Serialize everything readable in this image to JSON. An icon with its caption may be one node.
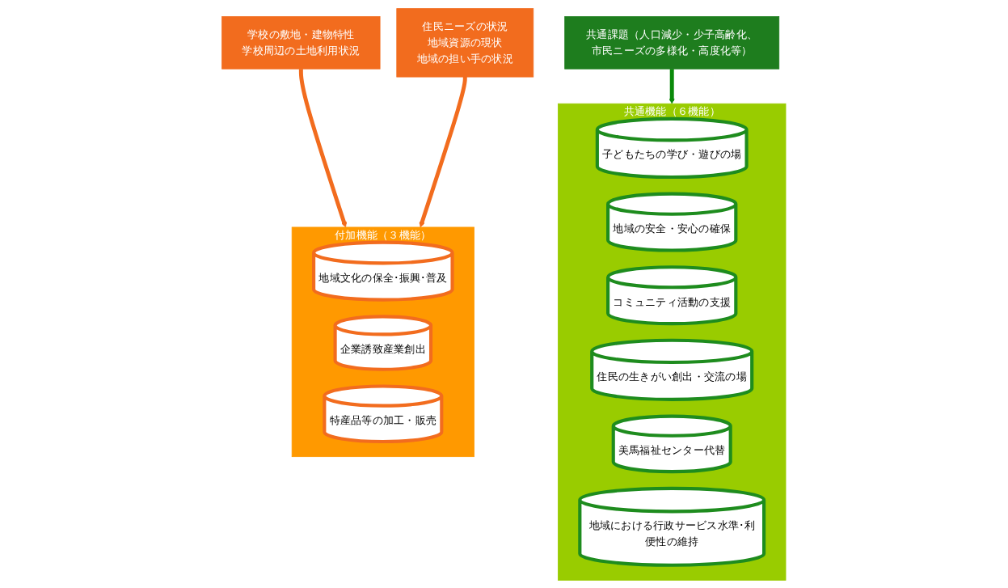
{
  "diagram": {
    "nodes": [
      {
        "text": [
          "学校の敷地・建物特性",
          "学校周辺の土地利用状況"
        ]
      },
      {
        "text": [
          "付加機能（３機能）"
        ]
      },
      {
        "text": [
          "地域文化の保全･振興･普及"
        ],
        "in": 1
      },
      {
        "text": [
          "企業誘致産業創出"
        ],
        "in": 1
      },
      {
        "text": [
          "特産品等の加工・販売"
        ],
        "in": 1
      },
      {
        "text": [
          "住民ニーズの状況",
          "地域資源の現状",
          "地域の担い手の状況"
        ]
      },
      {
        "text": [
          "共通機能（６機能）"
        ]
      },
      {
        "text": [
          "子どもたちの学び・遊びの場"
        ],
        "in": 6
      },
      {
        "text": [
          "地域の安全・安心の確保"
        ],
        "in": 6
      },
      {
        "text": [
          "コミュニティ活動の支援"
        ],
        "in": 6
      },
      {
        "text": [
          "住民の生きがい創出・交流の場"
        ],
        "in": 6
      },
      {
        "text": [
          "美馬福祉センター代替"
        ],
        "in": 6
      },
      {
        "text": [
          "地域における行政サービス水準･利便性の維持"
        ],
        "in": 6
      },
      {
        "text": [
          "共通課題（人口減少・少子高齢化、市民ニーズの多様化・高度化等）"
        ]
      }
    ],
    "edges": [
      {
        "from": 0,
        "to": 1,
        "arrow": "to"
      },
      {
        "from": 5,
        "to": 1,
        "arrow": "to"
      },
      {
        "from": 13,
        "to": 6,
        "arrow": "to",
        "color": "#0a8a0a"
      }
    ]
  }
}
